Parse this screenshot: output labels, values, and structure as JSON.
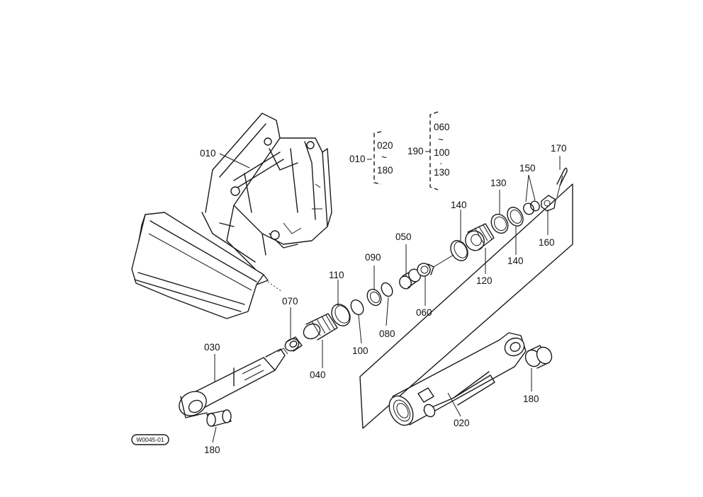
{
  "drawing_code": "W0045-01",
  "callouts": {
    "p010": "010",
    "p020": "020",
    "p030": "030",
    "p040": "040",
    "p050": "050",
    "p060": "060",
    "p070": "070",
    "p080": "080",
    "p090": "090",
    "p100": "100",
    "p110": "110",
    "p120": "120",
    "p130": "130",
    "p140": "140",
    "p150": "150",
    "p160": "160",
    "p170": "170",
    "p180": "180",
    "p190": "190"
  },
  "groups": {
    "g010": {
      "parent": "010",
      "from": "020",
      "tilde": "~",
      "to": "180"
    },
    "g190": {
      "parent": "190",
      "from": "060",
      "tilde": "~",
      "mid": "100",
      "dot": "·",
      "to": "130"
    }
  }
}
